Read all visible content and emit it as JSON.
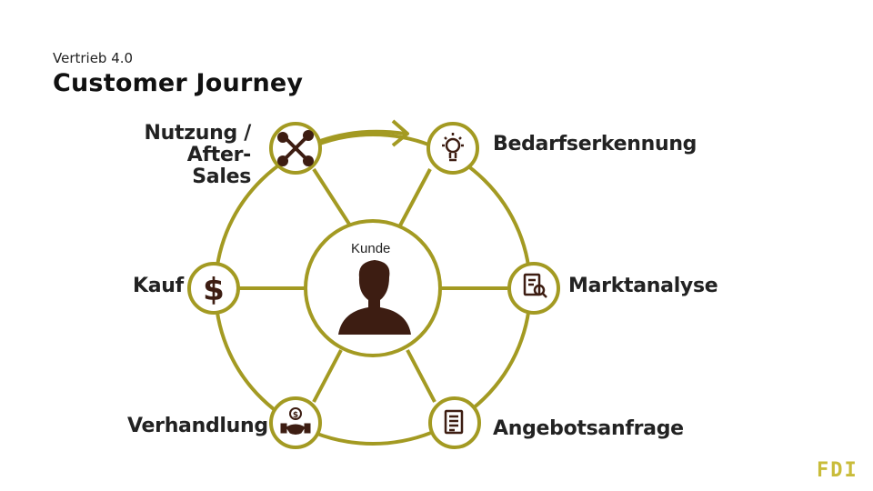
{
  "header": {
    "subtitle": "Vertrieb 4.0",
    "title": "Customer Journey"
  },
  "diagram": {
    "center_label": "Kunde",
    "stages": [
      {
        "label": "Nutzung / After-Sales",
        "icon": "tools-icon"
      },
      {
        "label": "Bedarfserkennung",
        "icon": "lightbulb-icon"
      },
      {
        "label": "Marktanalyse",
        "icon": "document-search-icon"
      },
      {
        "label": "Angebotsanfrage",
        "icon": "document-list-icon"
      },
      {
        "label": "Verhandlung",
        "icon": "handshake-money-icon"
      },
      {
        "label": "Kauf",
        "icon": "dollar-icon"
      }
    ]
  },
  "brand": {
    "logo": "FDI"
  },
  "colors": {
    "ring": "#a39a22",
    "node_fill": "#ffffff",
    "icon": "#3d1d12",
    "arrow": "#a39a22",
    "logo": "#c9bc3a"
  }
}
